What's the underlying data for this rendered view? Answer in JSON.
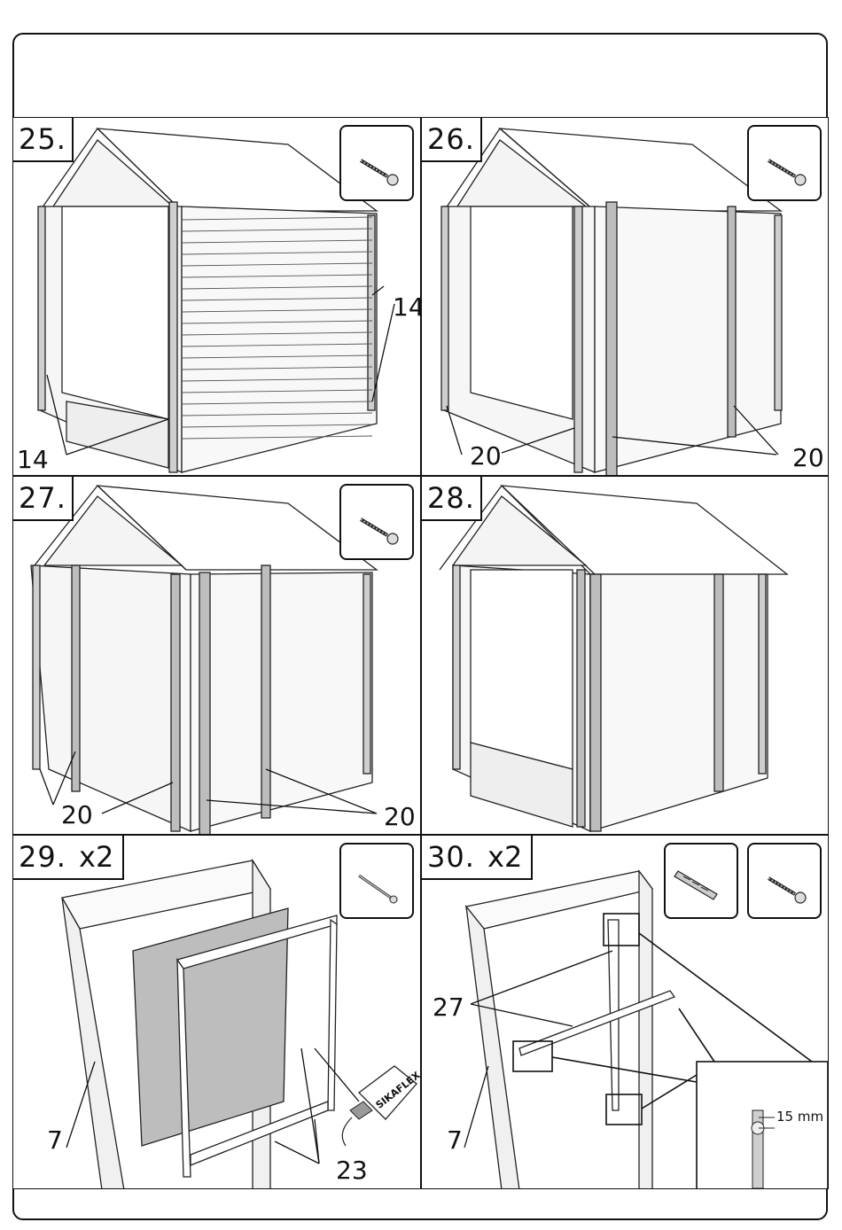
{
  "steps": [
    {
      "number": "25.",
      "tool": "screw-icon",
      "callouts": [
        "14",
        "14"
      ]
    },
    {
      "number": "26.",
      "tool": "screw-icon",
      "callouts": [
        "20",
        "20"
      ]
    },
    {
      "number": "27.",
      "tool": "screw-icon",
      "callouts": [
        "20",
        "20"
      ]
    },
    {
      "number": "28.",
      "tool": "",
      "callouts": []
    },
    {
      "number": "29.",
      "multiplier": "x2",
      "tool": "nail-icon",
      "callouts": [
        "7",
        "23"
      ]
    },
    {
      "number": "30.",
      "multiplier": "x2",
      "tools": [
        "drill-bit-icon",
        "screw-icon"
      ],
      "callouts": [
        "27",
        "7"
      ],
      "measurement": "15 mm"
    }
  ],
  "glue_label": "SIKAFLEX"
}
